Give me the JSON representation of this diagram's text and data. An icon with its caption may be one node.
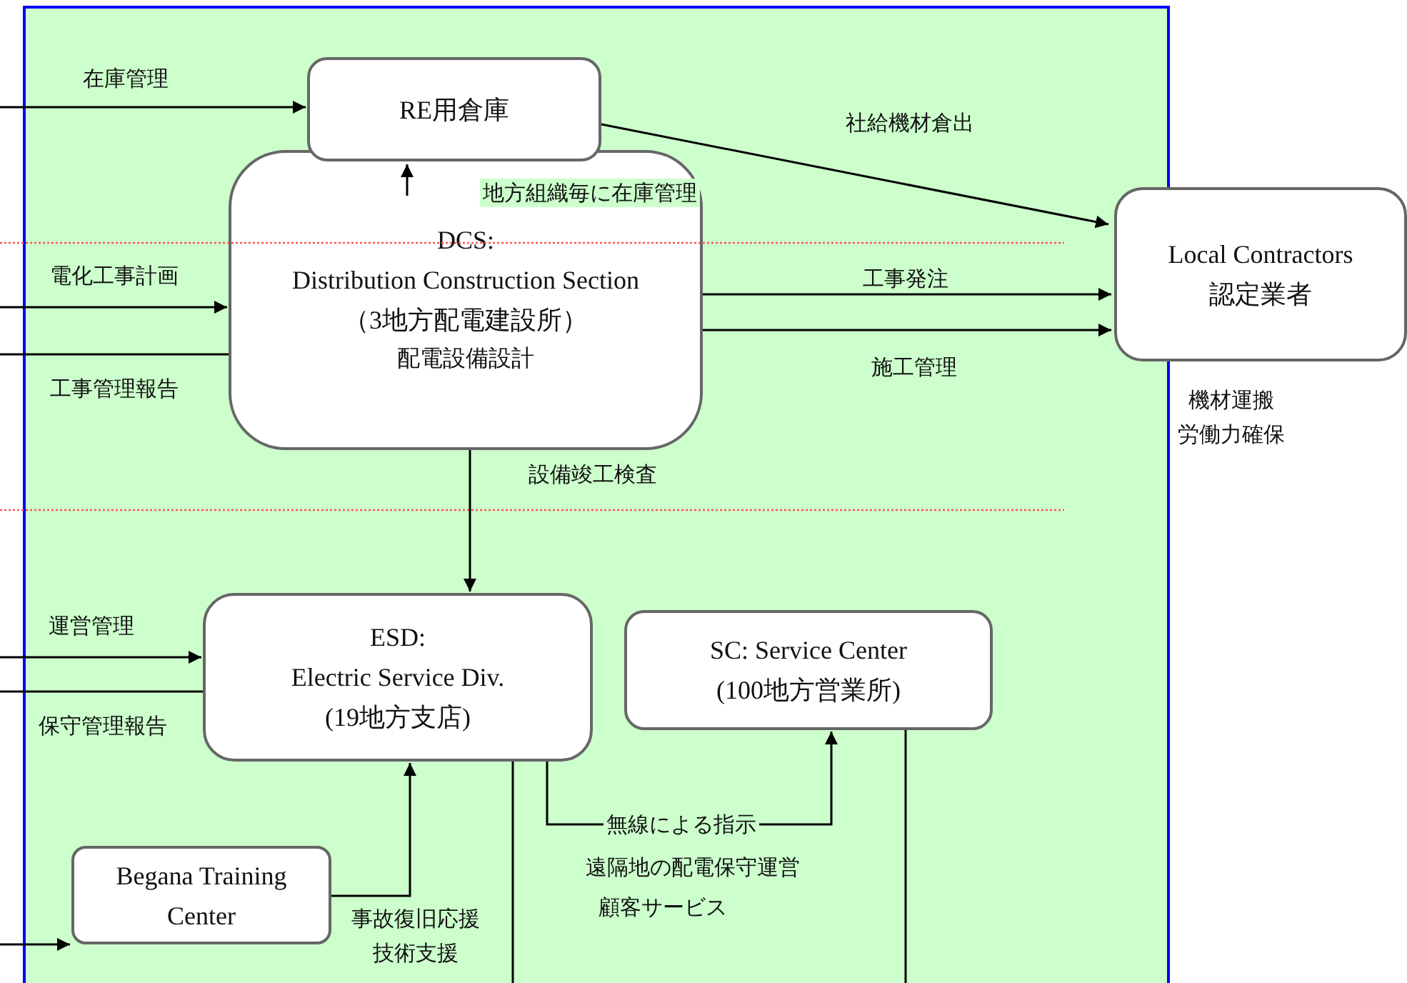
{
  "diagram": {
    "nodes": [
      {
        "text": [
          "RE用倉庫"
        ]
      },
      {
        "text": [
          "DCS: Distribution Construction Section",
          "（3地方配電建設所）",
          "配電設備設計"
        ]
      },
      {
        "text": [
          "Local Contractors",
          "認定業者"
        ],
        "beside": [
          "機材運搬",
          "労働力確保"
        ]
      },
      {
        "text": [
          "ESD: Electric Service Div.",
          "(19地方支店)"
        ]
      },
      {
        "text": [
          "SC: Service Center",
          "(100地方営業所)"
        ]
      },
      {
        "text": [
          "Begana Training Center"
        ]
      }
    ],
    "edges": [
      {
        "from": null,
        "to": 0,
        "arrow": "to",
        "label": "在庫管理"
      },
      {
        "from": 1,
        "to": 0,
        "arrow": "to",
        "label": "地方組織毎に在庫管理"
      },
      {
        "from": 0,
        "to": 2,
        "arrow": "to",
        "label": "社給機材倉出"
      },
      {
        "from": null,
        "to": 1,
        "arrow": "to",
        "label": "電化工事計画"
      },
      {
        "from": 1,
        "to": null,
        "arrow": "none",
        "label": "工事管理報告"
      },
      {
        "from": 1,
        "to": 2,
        "arrow": "to",
        "label": "工事発注"
      },
      {
        "from": 1,
        "to": 2,
        "arrow": "to",
        "label": "施工管理"
      },
      {
        "from": 1,
        "to": 3,
        "arrow": "to",
        "label": "設備竣工検査"
      },
      {
        "from": null,
        "to": 3,
        "arrow": "to",
        "label": "運営管理"
      },
      {
        "from": 3,
        "to": null,
        "arrow": "none",
        "label": "保守管理報告"
      },
      {
        "from": 5,
        "to": 3,
        "arrow": "to",
        "label": "事故復旧応援技術支援"
      },
      {
        "from": 3,
        "to": 4,
        "arrow": "to",
        "label": "無線による指示"
      },
      {
        "from": null,
        "to": 5,
        "arrow": "to"
      },
      {
        "from": 3,
        "to": null,
        "arrow": "none"
      },
      {
        "from": 4,
        "to": null,
        "arrow": "none"
      }
    ],
    "labels": [
      "遠隔地の配電保守運営",
      "顧客サービス"
    ]
  }
}
